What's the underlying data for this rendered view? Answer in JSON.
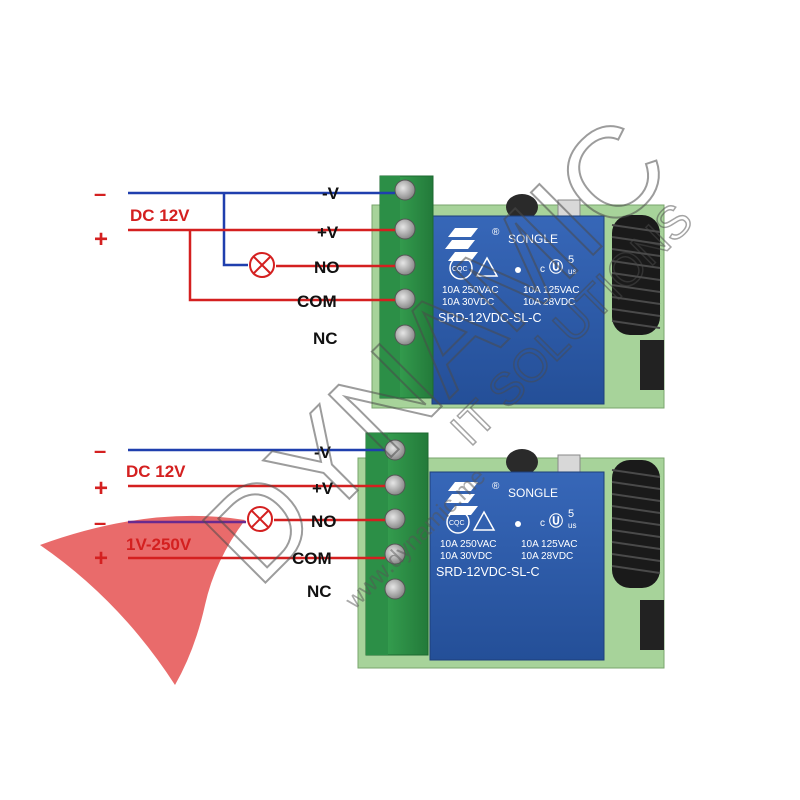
{
  "watermark": {
    "brand": "DYNAMIC",
    "tagline": "IT SOLUTIONS",
    "url": "www.dynamic.me"
  },
  "colors": {
    "negative_wire": "#1f3fae",
    "positive_wire": "#d42020",
    "ac_wire": "#6a2a8e",
    "terminal_green": "#2f9a4a",
    "relay_blue": "#2e5aa8",
    "pcb_green": "#9ccc8a"
  },
  "diagrams": [
    {
      "polarity_minus": "–",
      "polarity_plus": "+",
      "supply_label": "DC 12V",
      "lamp_icon": "lamp-icon",
      "pins": [
        "-V",
        "+V",
        "NO",
        "COM",
        "NC"
      ],
      "relay": {
        "brand": "SONGLE",
        "rating_left_1": "10A 250VAC",
        "rating_left_2": "10A  30VDC",
        "rating_right_1": "10A 125VAC",
        "rating_right_2": "10A  28VDC",
        "model": "SRD-12VDC-SL-C",
        "pin_count": "5",
        "cert": "c",
        "cert_us": "us",
        "cqc": "CQC"
      }
    },
    {
      "polarity_minus": "–",
      "polarity_plus": "+",
      "supply_label": "DC 12V",
      "load_minus": "–",
      "load_plus": "+",
      "load_label": "1V-250V",
      "lamp_icon": "lamp-icon",
      "pins": [
        "-V",
        "+V",
        "NO",
        "COM",
        "NC"
      ],
      "relay": {
        "brand": "SONGLE",
        "rating_left_1": "10A 250VAC",
        "rating_left_2": "10A  30VDC",
        "rating_right_1": "10A 125VAC",
        "rating_right_2": "10A  28VDC",
        "model": "SRD-12VDC-SL-C",
        "pin_count": "5",
        "cert": "c",
        "cert_us": "us",
        "cqc": "CQC"
      }
    }
  ]
}
